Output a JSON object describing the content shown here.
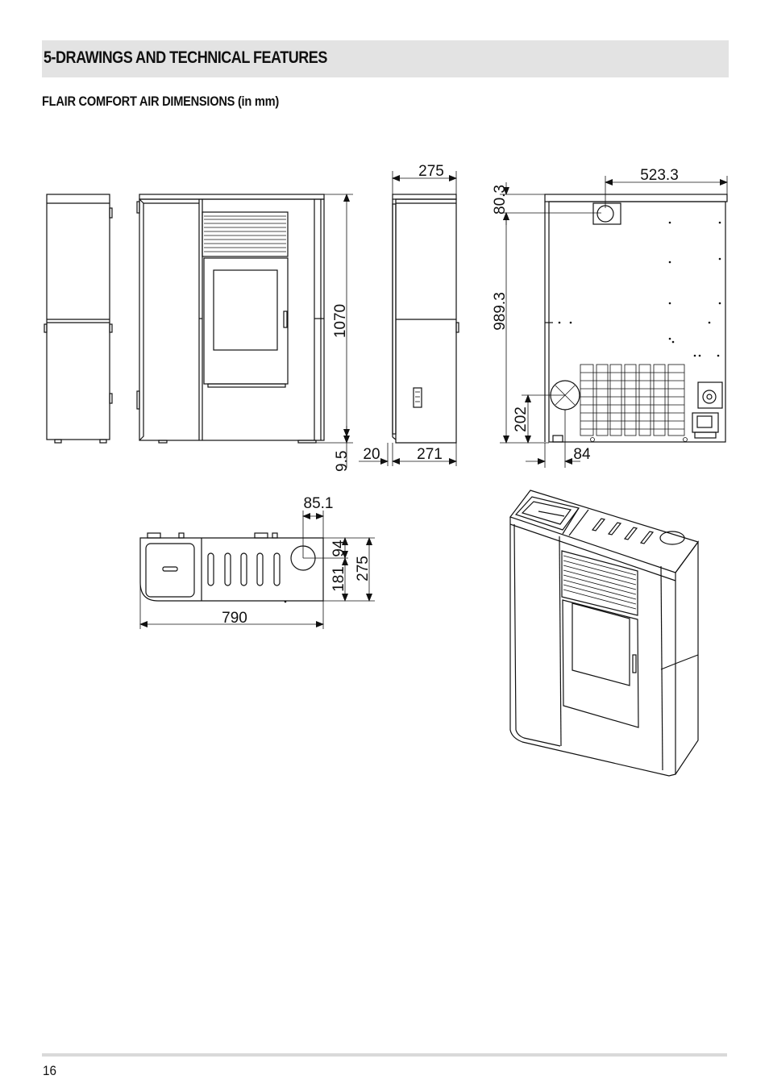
{
  "header": {
    "section_title": "5-DRAWINGS AND TECHNICAL FEATURES",
    "subtitle": "FLAIR COMFORT AIR DIMENSIONS (in mm)"
  },
  "dimensions": {
    "front_height": "1070",
    "front_foot": "9.5",
    "side_top_depth": "275",
    "side_offset": "20",
    "side_depth": "271",
    "rear_flue_x": "523.3",
    "rear_flue_top": "80.3",
    "rear_flue_height": "989.3",
    "rear_air_height": "202",
    "rear_air_x": "84",
    "top_flue_x": "85.1",
    "top_flue_y": "94",
    "top_flue_depth": "181",
    "top_depth": "275",
    "top_width": "790"
  },
  "footer": {
    "page_number": "16"
  }
}
